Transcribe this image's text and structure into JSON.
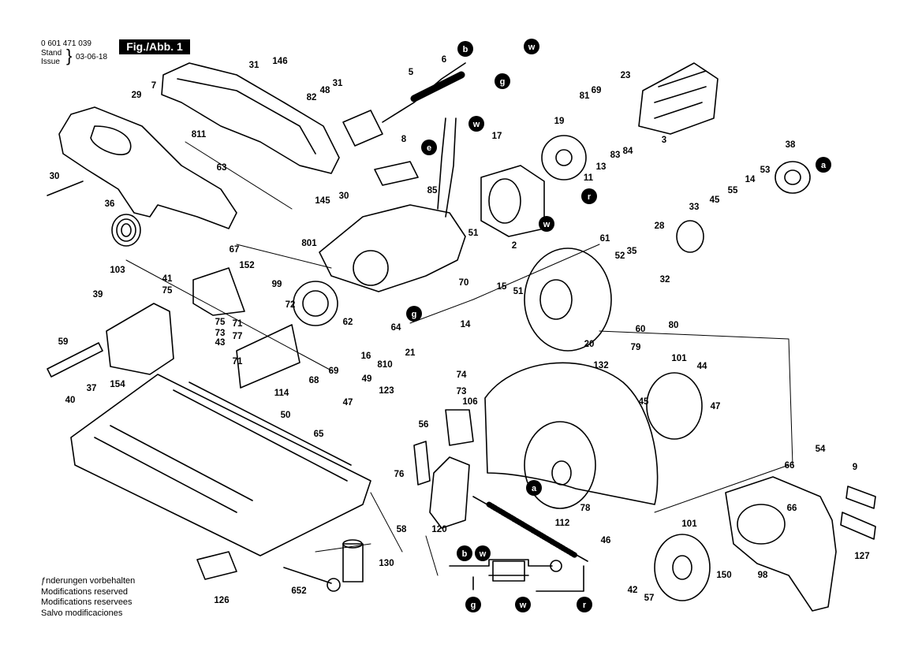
{
  "header": {
    "part_number": "0 601 471 039",
    "stand": "Stand",
    "issue": "Issue",
    "date": "03-06-18",
    "figure": "Fig./Abb. 1"
  },
  "notes": [
    "ƒnderungen vorbehalten",
    "Modifications reserved",
    "Modifications reservees",
    "Salvo modificaciones"
  ],
  "wire_tags": [
    "a",
    "b",
    "w",
    "g",
    "e",
    "r"
  ],
  "part_labels": [
    "31",
    "146",
    "6",
    "5",
    "29",
    "7",
    "48",
    "31",
    "82",
    "69",
    "23",
    "81",
    "19",
    "3",
    "811",
    "8",
    "17",
    "11",
    "13",
    "83",
    "84",
    "38",
    "30",
    "63",
    "85",
    "53",
    "14",
    "55",
    "45",
    "33",
    "36",
    "145",
    "30",
    "801",
    "51",
    "2",
    "28",
    "99",
    "67",
    "152",
    "61",
    "35",
    "52",
    "32",
    "103",
    "41",
    "75",
    "70",
    "15",
    "51",
    "39",
    "72",
    "75",
    "73",
    "62",
    "64",
    "14",
    "60",
    "59",
    "71",
    "77",
    "43",
    "71",
    "16",
    "810",
    "21",
    "20",
    "80",
    "79",
    "101",
    "44",
    "37",
    "154",
    "68",
    "69",
    "114",
    "74",
    "73",
    "49",
    "123",
    "132",
    "40",
    "47",
    "106",
    "47",
    "45",
    "50",
    "65",
    "56",
    "76",
    "54",
    "66",
    "9",
    "58",
    "120",
    "78",
    "112",
    "66",
    "46",
    "101",
    "130",
    "126",
    "652",
    "42",
    "57",
    "150",
    "98",
    "127"
  ]
}
